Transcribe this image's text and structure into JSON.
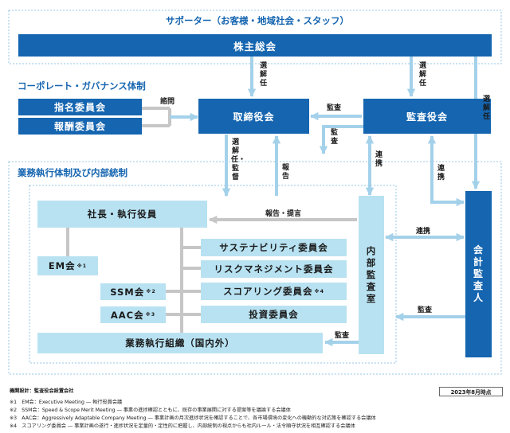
{
  "sections": {
    "supporters": "サポーター（お客様・地域社会・スタッフ）",
    "governance": "コーポレート・ガバナンス体制",
    "execution": "業務執行体制及び内部統制"
  },
  "boxes": {
    "shareholders_meeting": "株主総会",
    "nomination_committee": "指名委員会",
    "compensation_committee": "報酬委員会",
    "board_of_directors": "取締役会",
    "audit_and_supervisory_board": "監査役会",
    "president_officers": "社長・執行役員",
    "em_meeting": "EM会",
    "em_note": "※1",
    "ssm_meeting": "SSM会",
    "ssm_note": "※2",
    "aac_meeting": "AAC会",
    "aac_note": "※3",
    "sustainability_committee": "サステナビリティ委員会",
    "risk_committee": "リスクマネジメント委員会",
    "scoring_committee": "スコアリング委員会",
    "scoring_note": "※4",
    "investment_committee": "投資委員会",
    "operations": "業務執行組織（国内外）",
    "internal_audit": "内部監査室",
    "accounting_auditor": "会計監査人"
  },
  "arrows": {
    "appoint_dismiss_board": "選解任",
    "appoint_dismiss_audit": "選解任",
    "appoint_dismiss_auditor": "選解任",
    "consult": "諮問",
    "audit_board": "監査",
    "audit_down": "監査",
    "appoint_supervise": "選解任・監督",
    "report": "報告",
    "cooperation_internal": "連携",
    "cooperation_auditor": "連携",
    "report_proposal": "報告・提言",
    "cooperation_horizontal": "連携",
    "audit_internal": "監査",
    "audit_operations": "監査"
  },
  "footer": {
    "org_design": "機関設計：監査役会設置会社",
    "as_of": "2023年8月時点",
    "notes": [
      "※1　EM会：Executive Meeting ― 執行役員会議",
      "※2　SSM会：Speed & Scope Merit Meeting ― 事業の進捗確認とともに、既存の事業展開に対する提案等を議論する会議体",
      "※3　AAC会：Aggressively Adaptable Company Meeting ― 事業計画の月次進捗状況を確認することで、各市場環境の変化への機動的な対応策を確認する会議体",
      "※4　スコアリング委員会 ― 事業計画の遂行・進捗状況を定量的・定性的に把握し、内部統制の視点からも社内ルール・法令順守状況を相互確認する会議体"
    ]
  },
  "colors": {
    "dark_box": "#1565b0",
    "light_box": "#b8e2f2",
    "arrow": "#a4d1ea",
    "gray_connector": "#c6c6c6",
    "frame": "#94c7e4"
  }
}
